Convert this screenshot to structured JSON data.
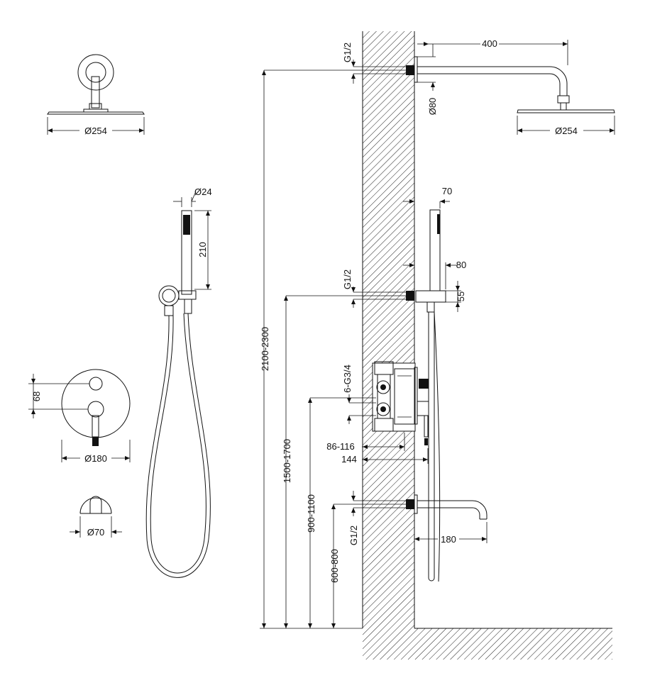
{
  "labels": {
    "head_dia_left": "Ø254",
    "handset_dia": "Ø24",
    "handset_len": "210",
    "mixer_spacing": "68",
    "mixer_dia": "Ø180",
    "spout_dia": "Ø70",
    "arm_len": "400",
    "arm_thread": "G1/2",
    "flange_dia": "Ø80",
    "head_dia_right": "Ø254",
    "handset_offset": "70",
    "holder_proj": "80",
    "holder_thread": "G1/2",
    "holder_h": "55",
    "body_ports": "6-G3/4",
    "body_depth": "86-116",
    "body_overall": "144",
    "spout_thread": "G1/2",
    "spout_len": "180",
    "h_head": "2100-2300",
    "h_holder": "1500-1700",
    "h_mixer": "900-1100",
    "h_spout": "600-800"
  }
}
